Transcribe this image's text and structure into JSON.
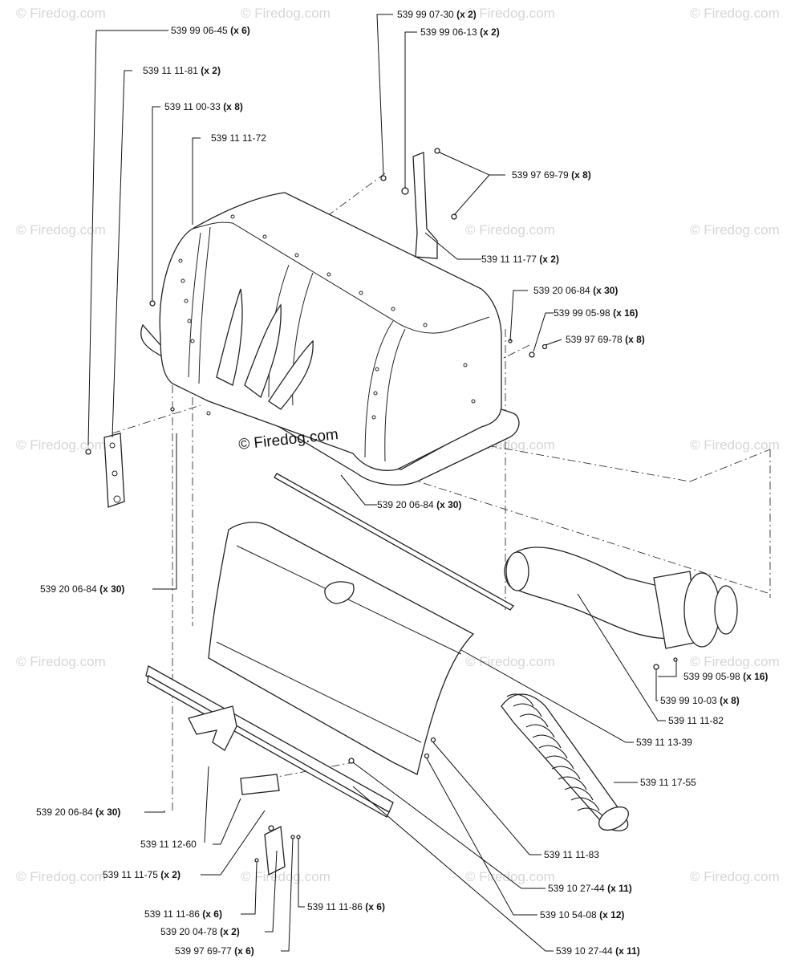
{
  "watermark": {
    "text": "© Firedog.com",
    "center_text": "© Firedog.com"
  },
  "callouts": [
    {
      "id": "c1",
      "part": "539 99 06-45",
      "qty": "(x 6)"
    },
    {
      "id": "c2",
      "part": "539 11 11-81",
      "qty": "(x 2)"
    },
    {
      "id": "c3",
      "part": "539 11 00-33",
      "qty": "(x 8)"
    },
    {
      "id": "c4",
      "part": "539 11 11-72",
      "qty": ""
    },
    {
      "id": "c5",
      "part": "539 99 07-30",
      "qty": "(x 2)"
    },
    {
      "id": "c6",
      "part": "539 99 06-13",
      "qty": "(x 2)"
    },
    {
      "id": "c7",
      "part": "539 97 69-79",
      "qty": "(x 8)"
    },
    {
      "id": "c8",
      "part": "539 11 11-77",
      "qty": "(x 2)"
    },
    {
      "id": "c9",
      "part": "539 20 06-84",
      "qty": "(x 30)"
    },
    {
      "id": "c10",
      "part": "539 99 05-98",
      "qty": "(x 16)"
    },
    {
      "id": "c11",
      "part": "539 97 69-78",
      "qty": "(x 8)"
    },
    {
      "id": "c12",
      "part": "539 20 06-84",
      "qty": "(x 30)"
    },
    {
      "id": "c13",
      "part": "539 20 06-84",
      "qty": "(x 30)"
    },
    {
      "id": "c14",
      "part": "539 99 05-98",
      "qty": "(x 16)"
    },
    {
      "id": "c15",
      "part": "539 99 10-03",
      "qty": "(x 8)"
    },
    {
      "id": "c16",
      "part": "539 11 11-82",
      "qty": ""
    },
    {
      "id": "c17",
      "part": "539 11 13-39",
      "qty": ""
    },
    {
      "id": "c18",
      "part": "539 11 17-55",
      "qty": ""
    },
    {
      "id": "c19",
      "part": "539 20 06-84",
      "qty": "(x 30)"
    },
    {
      "id": "c20",
      "part": "539 11 12-60",
      "qty": ""
    },
    {
      "id": "c21",
      "part": "539 11 11-75",
      "qty": "(x 2)"
    },
    {
      "id": "c22",
      "part": "539 11 11-83",
      "qty": ""
    },
    {
      "id": "c23",
      "part": "539 10 27-44",
      "qty": "(x 11)"
    },
    {
      "id": "c24",
      "part": "539 11 11-86",
      "qty": "(x 6)"
    },
    {
      "id": "c25",
      "part": "539 11 11-86",
      "qty": "(x 6)"
    },
    {
      "id": "c26",
      "part": "539 10 54-08",
      "qty": "(x 12)"
    },
    {
      "id": "c27",
      "part": "539 20 04-78",
      "qty": "(x 2)"
    },
    {
      "id": "c28",
      "part": "539 97 69-77",
      "qty": "(x 6)"
    },
    {
      "id": "c29",
      "part": "539 10 27-44",
      "qty": "(x 11)"
    }
  ],
  "colors": {
    "line": "#222222",
    "text": "#111111",
    "watermark": "#d6d6d6",
    "background": "#ffffff"
  }
}
